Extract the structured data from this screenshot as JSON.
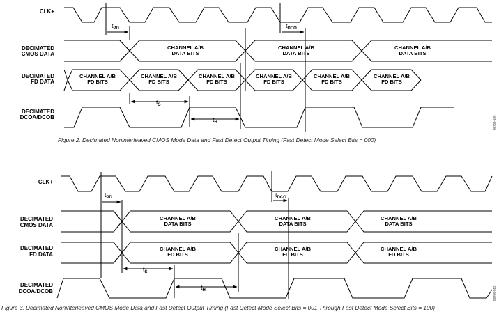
{
  "figures": [
    {
      "id": "fig2",
      "caption": "Figure 2. Decimated Noninterleaved CMOS Mode Data and Fast Detect Output Timing (Fast Detect Mode Select Bits = 000)",
      "figure_id": "08709-109",
      "signals": [
        {
          "key": "clk",
          "label": [
            "CLK+"
          ]
        },
        {
          "key": "cmos",
          "label": [
            "DECIMATED",
            "CMOS DATA"
          ]
        },
        {
          "key": "fd",
          "label": [
            "DECIMATED",
            "FD DATA"
          ]
        },
        {
          "key": "dco",
          "label": [
            "DECIMATED",
            "DCOA/DCOB"
          ]
        }
      ],
      "cmos_bus": [
        {
          "line1": "CHANNEL A/B",
          "line2": "DATA BITS"
        },
        {
          "line1": "CHANNEL A/B",
          "line2": "DATA BITS"
        },
        {
          "line1": "CHANNEL A/B",
          "line2": "DATA BITS"
        }
      ],
      "fd_bus": [
        {
          "line1": "CHANNEL A/B",
          "line2": "FD BITS"
        },
        {
          "line1": "CHANNEL A/B",
          "line2": "FD BITS"
        },
        {
          "line1": "CHANNEL A/B",
          "line2": "FD BITS"
        },
        {
          "line1": "CHANNEL A/B",
          "line2": "FD BITS"
        },
        {
          "line1": "CHANNEL A/B",
          "line2": "FD BITS"
        },
        {
          "line1": "CHANNEL A/B",
          "line2": "FD BITS"
        }
      ],
      "timing": {
        "tpd": {
          "base": "t",
          "sub": "PD"
        },
        "tdco": {
          "base": "t",
          "sub": "DCO"
        },
        "ts": {
          "base": "t",
          "sub": "S"
        },
        "th": {
          "base": "t",
          "sub": "H"
        }
      }
    },
    {
      "id": "fig3",
      "caption": "Figure 3. Decimated Noninterleaved CMOS Mode Data and Fast Detect Output Timing (Fast Detect Mode Select Bits = 001 Through Fast Detect Mode Select Bits = 100)",
      "figure_id": "08709-012",
      "signals": [
        {
          "key": "clk",
          "label": [
            "CLK+"
          ]
        },
        {
          "key": "cmos",
          "label": [
            "DECIMATED",
            "CMOS DATA"
          ]
        },
        {
          "key": "fd",
          "label": [
            "DECIMATED",
            "FD DATA"
          ]
        },
        {
          "key": "dco",
          "label": [
            "DECIMATED",
            "DCOA/DCOB"
          ]
        }
      ],
      "cmos_bus": [
        {
          "line1": "CHANNEL A/B",
          "line2": "DATA BITS"
        },
        {
          "line1": "CHANNEL A/B",
          "line2": "DATA BITS"
        },
        {
          "line1": "CHANNEL A/B",
          "line2": "DATA BITS"
        }
      ],
      "fd_bus": [
        {
          "line1": "CHANNEL A/B",
          "line2": "FD BITS"
        },
        {
          "line1": "CHANNEL A/B",
          "line2": "FD BITS"
        },
        {
          "line1": "CHANNEL A/B",
          "line2": "FD BITS"
        }
      ],
      "timing": {
        "tpd": {
          "base": "t",
          "sub": "PD"
        },
        "tdco": {
          "base": "t",
          "sub": "DCO"
        },
        "ts": {
          "base": "t",
          "sub": "S"
        },
        "th": {
          "base": "t",
          "sub": "H"
        }
      }
    }
  ]
}
